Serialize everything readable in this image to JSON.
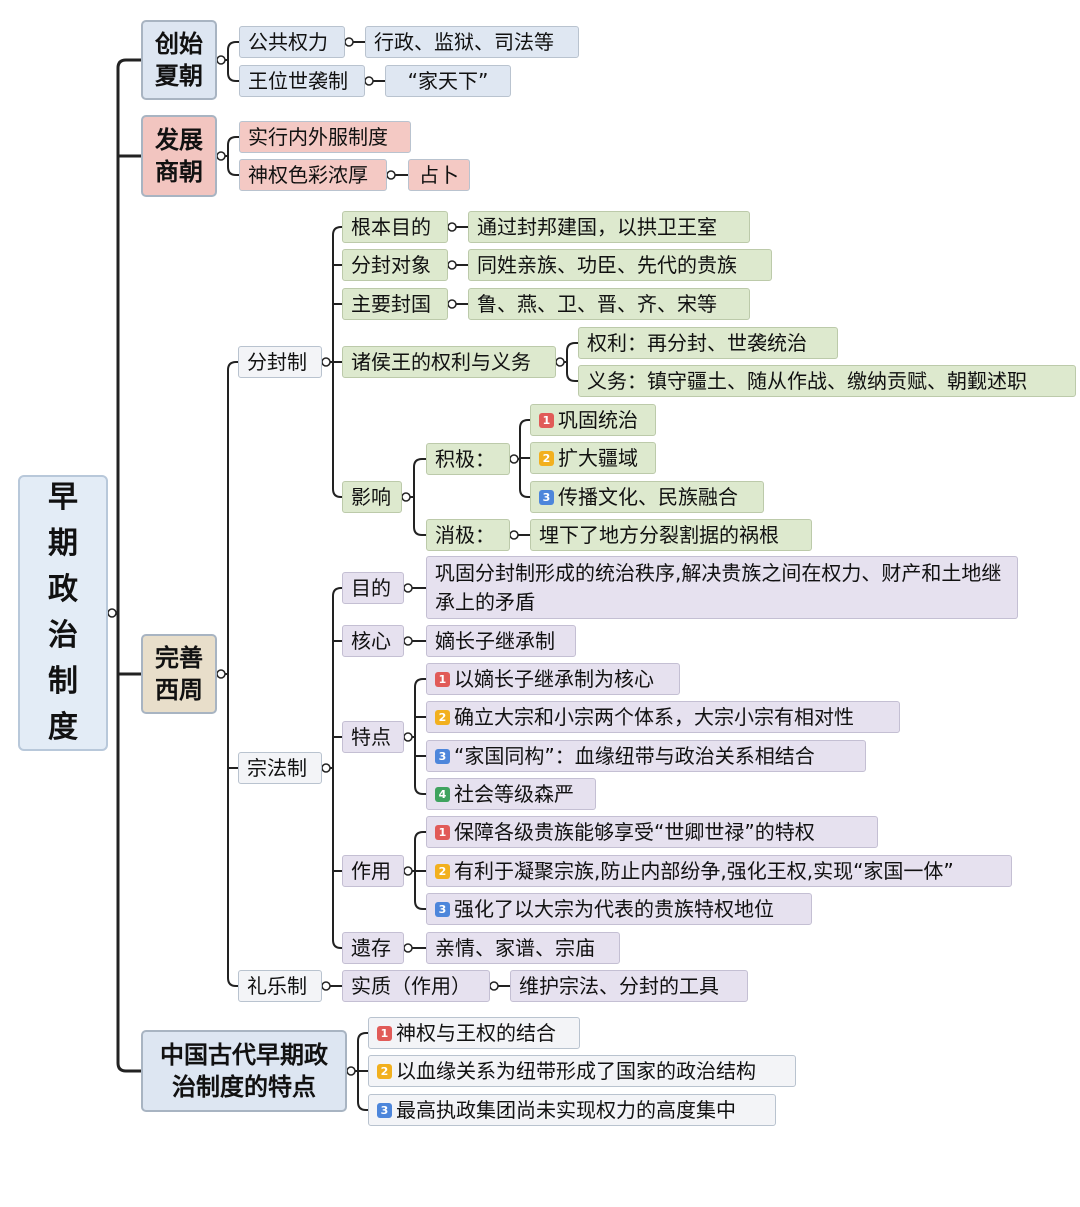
{
  "root": {
    "title_chars": [
      "早",
      "期",
      "政",
      "治",
      "制",
      "度"
    ]
  },
  "xia": {
    "title": "创始夏朝",
    "public_power": "公共权力",
    "public_power_detail": "行政、监狱、司法等",
    "succession": "王位世袭制",
    "succession_detail": "“家天下”"
  },
  "shang": {
    "title": "发展商朝",
    "inner_outer": "实行内外服制度",
    "theocracy": "神权色彩浓厚",
    "theocracy_detail": "占卜"
  },
  "zhou": {
    "title": "完善西周",
    "fengjian": {
      "label": "分封制",
      "purpose_label": "根本目的",
      "purpose": "通过封邦建国，以拱卫王室",
      "targets_label": "分封对象",
      "targets": "同姓亲族、功臣、先代的贵族",
      "states_label": "主要封国",
      "states": "鲁、燕、卫、晋、齐、宋等",
      "rights_label": "诸侯王的权利与义务",
      "rights": "权利：再分封、世袭统治",
      "duties": "义务：镇守疆土、随从作战、缴纳贡赋、朝觐述职",
      "impact_label": "影响",
      "positive_label": "积极：",
      "positive": [
        {
          "badge": "1",
          "text": "巩固统治"
        },
        {
          "badge": "2",
          "text": "扩大疆域"
        },
        {
          "badge": "3",
          "text": "传播文化、民族融合"
        }
      ],
      "negative_label": "消极：",
      "negative": "埋下了地方分裂割据的祸根"
    },
    "zongfa": {
      "label": "宗法制",
      "purpose_label": "目的",
      "purpose": "巩固分封制形成的统治秩序,解决贵族之间在权力、财产和土地继承上的矛盾",
      "core_label": "核心",
      "core": "嫡长子继承制",
      "features_label": "特点",
      "features": [
        {
          "badge": "1",
          "text": "以嫡长子继承制为核心"
        },
        {
          "badge": "2",
          "text": "确立大宗和小宗两个体系，大宗小宗有相对性"
        },
        {
          "badge": "3",
          "text": "“家国同构”：血缘纽带与政治关系相结合"
        },
        {
          "badge": "4",
          "text": "社会等级森严"
        }
      ],
      "effects_label": "作用",
      "effects": [
        {
          "badge": "1",
          "text": "保障各级贵族能够享受“世卿世禄”的特权"
        },
        {
          "badge": "2",
          "text": "有利于凝聚宗族,防止内部纷争,强化王权,实现“家国一体”"
        },
        {
          "badge": "3",
          "text": "强化了以大宗为代表的贵族特权地位"
        }
      ],
      "legacy_label": "遗存",
      "legacy": "亲情、家谱、宗庙"
    },
    "liyue": {
      "label": "礼乐制",
      "essence_label": "实质（作用）",
      "essence": "维护宗法、分封的工具"
    }
  },
  "traits": {
    "title": "中国古代早期政治制度的特点",
    "items": [
      {
        "badge": "1",
        "text": "神权与王权的结合"
      },
      {
        "badge": "2",
        "text": "以血缘关系为纽带形成了国家的政治结构"
      },
      {
        "badge": "3",
        "text": "最高执政集团尚未实现权力的高度集中"
      }
    ]
  }
}
